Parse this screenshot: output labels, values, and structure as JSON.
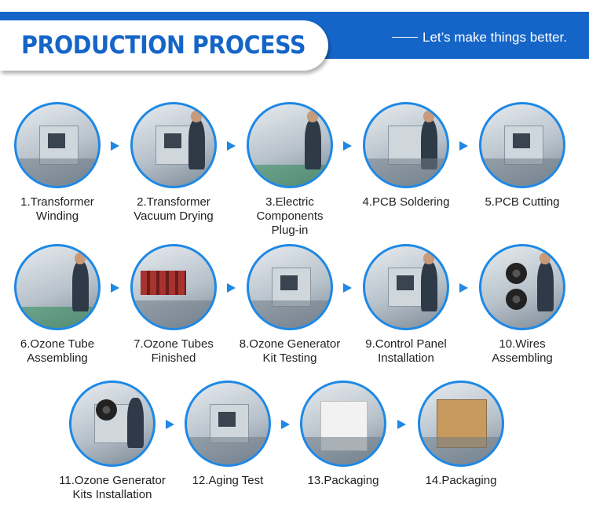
{
  "header": {
    "title": "PRODUCTION PROCESS",
    "slogan": "Let’s make things better."
  },
  "colors": {
    "accent": "#1565c8",
    "ring": "#1e88e5",
    "text": "#222222"
  },
  "steps": [
    {
      "label_lines": [
        "1.Transformer",
        "Winding"
      ],
      "photo": "transformer-winding-photo"
    },
    {
      "label_lines": [
        "2.Transformer",
        "Vacuum Drying"
      ],
      "photo": "vacuum-drying-photo"
    },
    {
      "label_lines": [
        "3.Electric",
        "Components",
        "Plug-in"
      ],
      "photo": "components-plug-in-photo"
    },
    {
      "label_lines": [
        "4.PCB Soldering"
      ],
      "photo": "pcb-soldering-photo"
    },
    {
      "label_lines": [
        "5.PCB Cutting"
      ],
      "photo": "pcb-cutting-photo"
    },
    {
      "label_lines": [
        "6.Ozone Tube",
        "Assembling"
      ],
      "photo": "ozone-tube-assembling-photo"
    },
    {
      "label_lines": [
        "7.Ozone Tubes",
        "Finished"
      ],
      "photo": "ozone-tubes-finished-photo"
    },
    {
      "label_lines": [
        "8.Ozone Generator",
        "Kit Testing"
      ],
      "photo": "kit-testing-photo"
    },
    {
      "label_lines": [
        "9.Control Panel",
        "Installation"
      ],
      "photo": "control-panel-installation-photo"
    },
    {
      "label_lines": [
        "10.Wires",
        "Assembling"
      ],
      "photo": "wires-assembling-photo"
    },
    {
      "label_lines": [
        "11.Ozone Generator",
        "Kits Installation"
      ],
      "photo": "kits-installation-photo"
    },
    {
      "label_lines": [
        "12.Aging Test"
      ],
      "photo": "aging-test-photo"
    },
    {
      "label_lines": [
        "13.Packaging"
      ],
      "photo": "packaging-foam-photo"
    },
    {
      "label_lines": [
        "14.Packaging"
      ],
      "photo": "packaging-carton-photo"
    }
  ]
}
